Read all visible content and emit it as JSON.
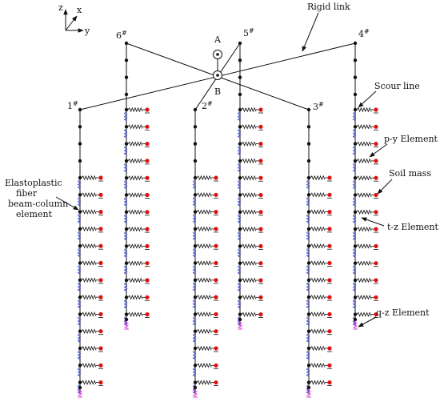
{
  "axes": {
    "z": "z",
    "x": "x",
    "y": "y"
  },
  "piles": [
    {
      "label": "1",
      "super": "#"
    },
    {
      "label": "6",
      "super": "#"
    },
    {
      "label": "2",
      "super": "#"
    },
    {
      "label": "5",
      "super": "#"
    },
    {
      "label": "3",
      "super": "#"
    },
    {
      "label": "4",
      "super": "#"
    }
  ],
  "points": {
    "a": "A",
    "b": "B"
  },
  "annotations": {
    "rigid_link": "Rigid link",
    "scour_line": "Scour line",
    "py_element": "p-y Element",
    "soil_mass": "Soil mass",
    "tz_element": "t-z Element",
    "qz_element": "q-z Element",
    "fiber_line1": "Elastoplastic",
    "fiber_line2": "fiber",
    "fiber_line3": "beam-column",
    "fiber_line4": "element"
  },
  "colors": {
    "line": "#111111",
    "py_spring": "#111111",
    "tz_spring": "#2b3fd6",
    "qz_spring": "#d63bd6",
    "soil_node": "#e01010"
  }
}
